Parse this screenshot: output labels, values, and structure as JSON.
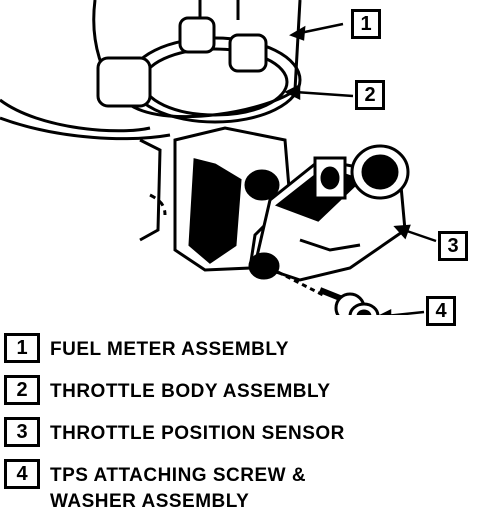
{
  "callouts": [
    "1",
    "2",
    "3",
    "4"
  ],
  "legend": [
    {
      "num": "1",
      "text": "FUEL METER ASSEMBLY"
    },
    {
      "num": "2",
      "text": "THROTTLE BODY ASSEMBLY"
    },
    {
      "num": "3",
      "text": "THROTTLE POSITION SENSOR"
    },
    {
      "num": "4",
      "text": "TPS ATTACHING SCREW &\nWASHER ASSEMBLY"
    }
  ],
  "colors": {
    "ink": "#000000",
    "paper": "#ffffff"
  }
}
